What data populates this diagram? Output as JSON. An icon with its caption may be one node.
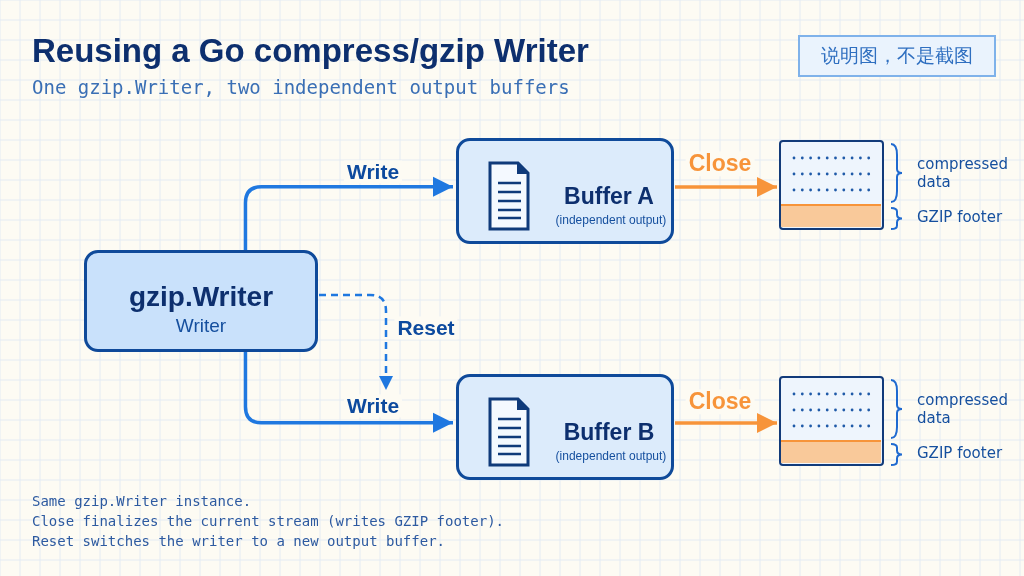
{
  "diagram": {
    "title": "Reusing a Go compress/gzip Writer",
    "nodes": [
      {
        "text": [
          "gzip.Writer",
          "Writer"
        ]
      },
      {
        "text": [
          "Buffer A",
          "(independent output)"
        ]
      },
      {
        "text": [
          "Buffer B",
          "(independent output)"
        ]
      },
      {
        "text": [],
        "shape": "box",
        "beside": [
          "compressed data",
          "GZIP footer"
        ]
      },
      {
        "text": [],
        "shape": "box",
        "beside": [
          "compressed data",
          "GZIP footer"
        ]
      },
      {
        "text": [
          "说明图，不是截图"
        ]
      }
    ],
    "edges": [
      {
        "from": 0,
        "to": 1,
        "arrow": "to",
        "label": "Write"
      },
      {
        "from": 0,
        "to": 2,
        "arrow": "to",
        "label": "Write"
      },
      {
        "from": 0,
        "to": null,
        "arrow": "to",
        "label": "Reset",
        "style": "dashed"
      },
      {
        "from": 1,
        "to": 3,
        "arrow": "to",
        "label": "Close",
        "color": "#f7943a"
      },
      {
        "from": 2,
        "to": 4,
        "arrow": "to",
        "label": "Close",
        "color": "#f7943a"
      }
    ],
    "labels": [
      "One gzip.Writer, two independent output buffers",
      "Same gzip.Writer instance.",
      "Close finalizes the current stream (writes GZIP footer).",
      "Reset switches the writer to a new output buffer."
    ]
  }
}
